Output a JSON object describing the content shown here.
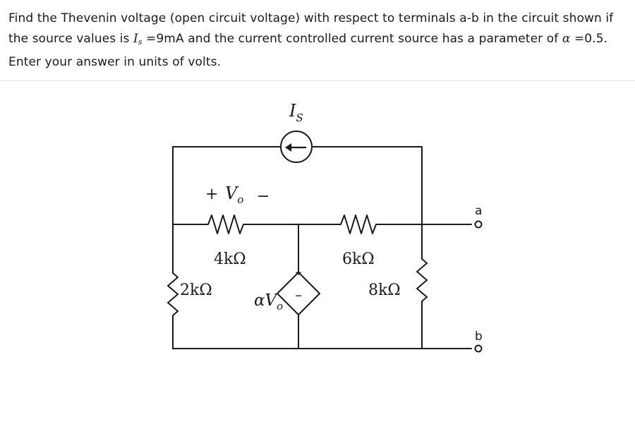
{
  "question": {
    "line1": "Find the Thevenin voltage (open circuit voltage) with respect to terminals a-b in the circuit shown if",
    "line2_pre": "the source values is ",
    "line2_is_symbol": "I",
    "line2_is_sub": "s",
    "line2_mid": " =9mA and the current controlled current source has a parameter of ",
    "line2_alpha": "α",
    "line2_post": " =0.5.",
    "line3": "Enter your answer in units of volts."
  },
  "circuit": {
    "current_source_label": "I",
    "current_source_sub": "S",
    "vo_plus": "+",
    "vo_symbol": "V",
    "vo_sub": "o",
    "vo_minus": "−",
    "r_4k": "4kΩ",
    "r_6k": "6kΩ",
    "r_2k": "2kΩ",
    "r_8k": "8kΩ",
    "dep_source_label": "αV",
    "dep_source_sub": "o",
    "dep_plus": "+",
    "dep_minus": "−",
    "terminal_a": "a",
    "terminal_b": "b"
  },
  "colors": {
    "text": "#1a1a1a",
    "wire": "#1a1a1a",
    "divider": "#e3e3e3"
  }
}
